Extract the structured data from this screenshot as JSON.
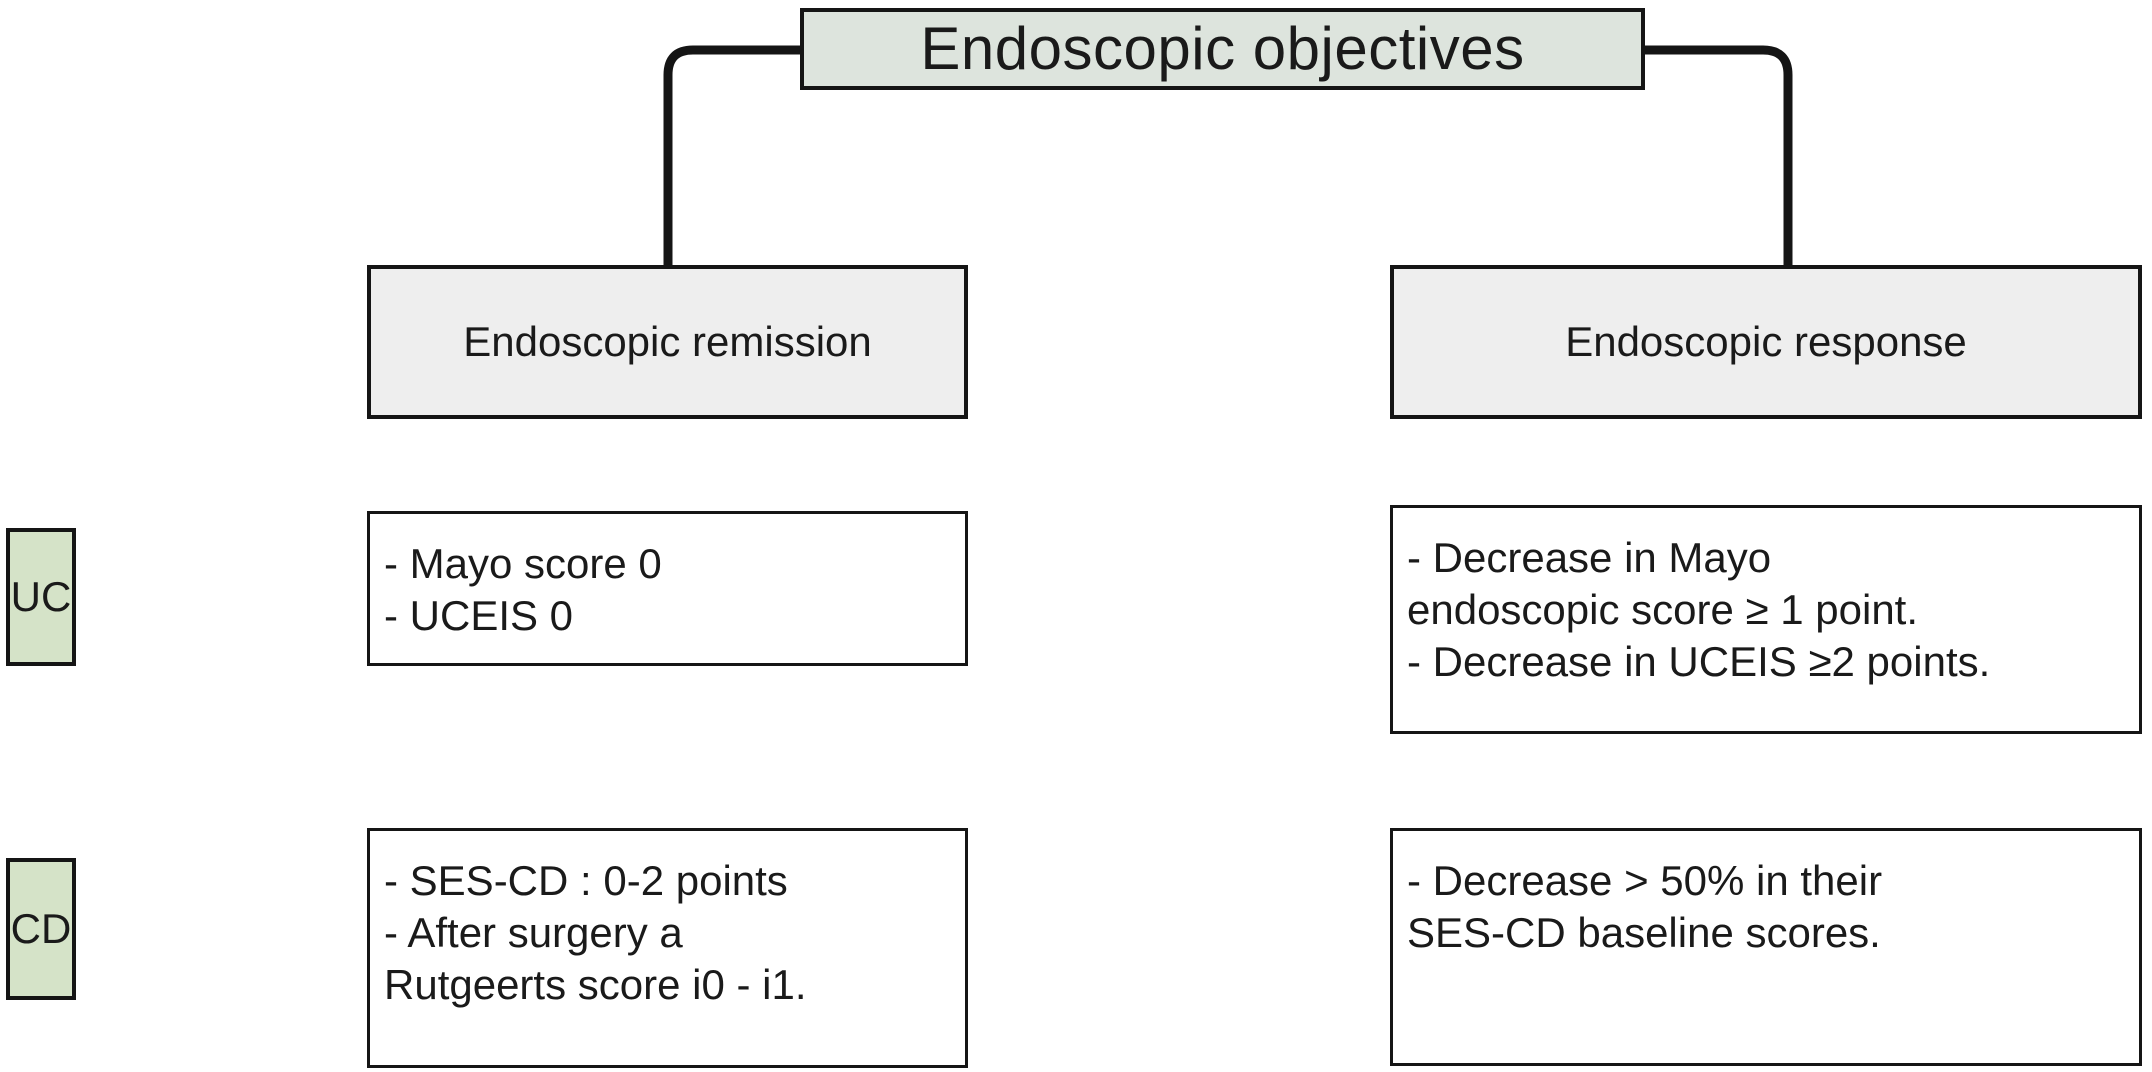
{
  "diagram": {
    "title": "Endoscopic objectives",
    "root": {
      "label": "Endoscopic objectives",
      "fill_color": "#dde4dd",
      "border_color": "#151515"
    },
    "branches": [
      {
        "key": "remission",
        "label": "Endoscopic remission",
        "fill_color": "#eeeeee"
      },
      {
        "key": "response",
        "label": "Endoscopic response",
        "fill_color": "#eeeeee"
      }
    ],
    "disease_tags": [
      {
        "key": "uc",
        "label": "UC",
        "fill_color": "#d5e3c8"
      },
      {
        "key": "cd",
        "label": "CD",
        "fill_color": "#d5e3c8"
      }
    ],
    "cells": {
      "uc_remission": "- Mayo score 0\n- UCEIS 0",
      "uc_response": "- Decrease in Mayo\nendoscopic score ≥ 1 point.\n- Decrease in UCEIS ≥2 points.",
      "cd_remission": "- SES-CD : 0-2 points\n- After surgery a\nRutgeerts score i0 - i1.",
      "cd_response": "- Decrease > 50% in their\nSES-CD  baseline scores."
    }
  }
}
